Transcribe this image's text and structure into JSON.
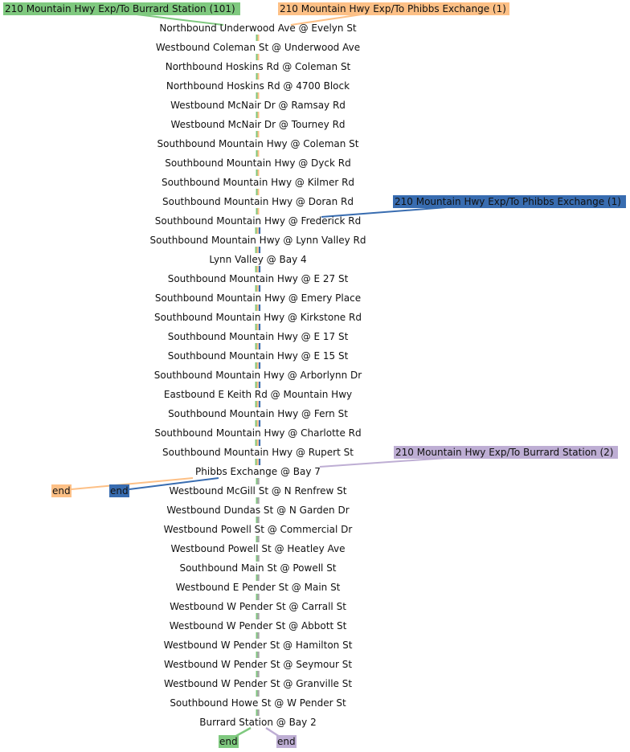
{
  "colors": {
    "green": "#7fc97f",
    "orange": "#fdc086",
    "blue": "#386cb0",
    "purple": "#beaed4",
    "gray": "#a8a8a8"
  },
  "stops": [
    "Northbound Underwood Ave @ Evelyn St",
    "Westbound Coleman St @ Underwood Ave",
    "Northbound Hoskins Rd @ Coleman St",
    "Northbound Hoskins Rd @ 4700 Block",
    "Westbound McNair Dr @ Ramsay Rd",
    "Westbound McNair Dr @ Tourney Rd",
    "Southbound Mountain Hwy @ Coleman St",
    "Southbound Mountain Hwy @ Dyck Rd",
    "Southbound Mountain Hwy @ Kilmer Rd",
    "Southbound Mountain Hwy @ Doran Rd",
    "Southbound Mountain Hwy @ Frederick Rd",
    "Southbound Mountain Hwy @ Lynn Valley Rd",
    "Lynn Valley @ Bay 4",
    "Southbound Mountain Hwy @ E 27 St",
    "Southbound Mountain Hwy @ Emery Place",
    "Southbound Mountain Hwy @ Kirkstone Rd",
    "Southbound Mountain Hwy @ E 17 St",
    "Southbound Mountain Hwy @ E 15 St",
    "Southbound Mountain Hwy @ Arborlynn Dr",
    "Eastbound E Keith Rd @ Mountain Hwy",
    "Southbound Mountain Hwy @ Fern St",
    "Southbound Mountain Hwy @ Charlotte Rd",
    "Southbound Mountain Hwy @ Rupert St",
    "Phibbs Exchange @ Bay 7",
    "Westbound McGill St @ N Renfrew St",
    "Westbound Dundas St @ N Garden Dr",
    "Westbound Powell St @ Commercial Dr",
    "Westbound Powell St @ Heatley Ave",
    "Southbound Main St @ Powell St",
    "Westbound E Pender St @ Main St",
    "Westbound W Pender St @ Carrall St",
    "Westbound W Pender St @ Abbott St",
    "Westbound W Pender St @ Hamilton St",
    "Westbound W Pender St @ Seymour St",
    "Westbound W Pender St @ Granville St",
    "Southbound Howe St @ W Pender St",
    "Burrard Station @ Bay 2"
  ],
  "routes": [
    {
      "id": "green",
      "label": "210 Mountain Hwy Exp/To Burrard Station (101)",
      "end_label": "end",
      "color": "#7fc97f"
    },
    {
      "id": "orange",
      "label": "210 Mountain Hwy Exp/To Phibbs Exchange (1)",
      "end_label": "end",
      "color": "#fdc086"
    },
    {
      "id": "blue",
      "label": "210 Mountain Hwy Exp/To Phibbs Exchange (1)",
      "end_label": "end",
      "color": "#386cb0",
      "label_text_color": "#ffffff"
    },
    {
      "id": "purple",
      "label": "210 Mountain Hwy Exp/To Burrard Station (2)",
      "end_label": "end",
      "color": "#beaed4"
    }
  ]
}
